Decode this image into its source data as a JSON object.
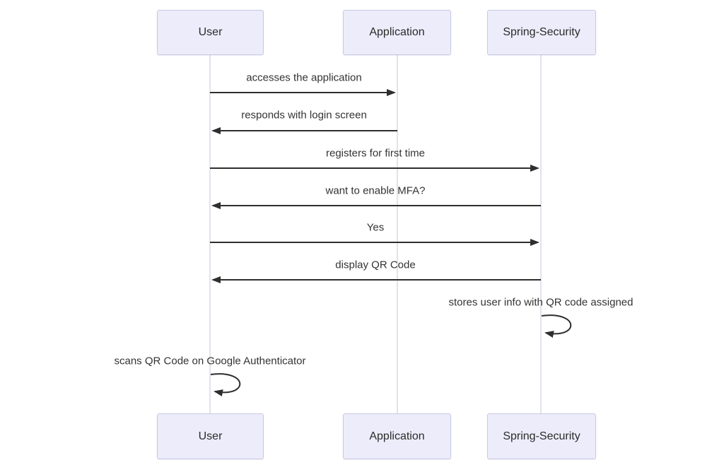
{
  "diagram": {
    "type": "sequence-diagram",
    "background": "#ffffff",
    "colors": {
      "actor_fill": "#ececfb",
      "actor_border": "#c9c9e0",
      "lifeline": "#d8d8e3",
      "arrow": "#2e2e2e",
      "text": "#333333"
    },
    "actors": [
      {
        "name": "User"
      },
      {
        "name": "Application"
      },
      {
        "name": "Spring-Security"
      }
    ],
    "messages": [
      {
        "from": "User",
        "to": "Application",
        "kind": "solid-arrow",
        "text": "accesses the application"
      },
      {
        "from": "Application",
        "to": "User",
        "kind": "solid-arrow",
        "text": "responds with login screen"
      },
      {
        "from": "User",
        "to": "Spring-Security",
        "kind": "solid-arrow",
        "text": "registers for first time"
      },
      {
        "from": "Spring-Security",
        "to": "User",
        "kind": "solid-arrow",
        "text": "want to enable MFA?"
      },
      {
        "from": "User",
        "to": "Spring-Security",
        "kind": "solid-arrow",
        "text": "Yes"
      },
      {
        "from": "Spring-Security",
        "to": "User",
        "kind": "solid-arrow",
        "text": "display QR Code"
      },
      {
        "from": "Spring-Security",
        "to": "Spring-Security",
        "kind": "self-loop",
        "text": "stores user info with QR code assigned"
      },
      {
        "from": "User",
        "to": "User",
        "kind": "self-loop",
        "text": "scans QR Code on Google Authenticator"
      }
    ]
  }
}
